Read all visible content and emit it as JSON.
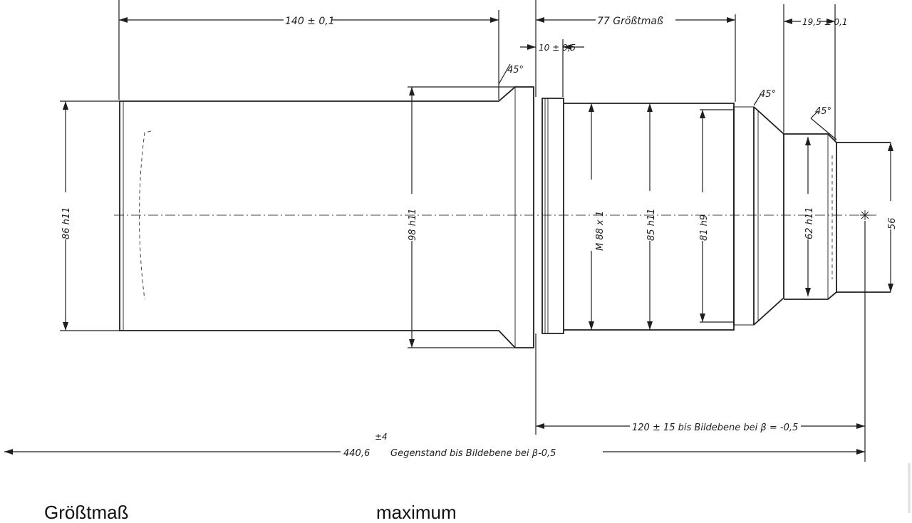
{
  "drawing": {
    "dimensions": {
      "length_front": "140 ± 0,1",
      "length_rear": "77 Größtmaß",
      "length_tip": "19,5 ± 0,1",
      "flange_width": "10 ± 0,5",
      "chamfer_1": "45°",
      "chamfer_2": "45°",
      "chamfer_3": "45°",
      "dia_front": "86 h11",
      "dia_flange": "98 h11",
      "thread": "M 88 x 1",
      "dia_mid": "85 h11",
      "dia_ring": "81 h9",
      "dia_step": "62 h11",
      "dia_tip": "56",
      "image_distance": "120 ± 15 bis Bildebene bei β = -0,5",
      "total_tolerance": "±4",
      "total_distance_value": "440,6",
      "total_distance_text": "Gegenstand bis Bildebene bei β-0,5"
    }
  },
  "legend": {
    "left": "Größtmaß",
    "right": "maximum"
  },
  "colors": {
    "line": "#1e1e1e",
    "background": "#ffffff"
  }
}
